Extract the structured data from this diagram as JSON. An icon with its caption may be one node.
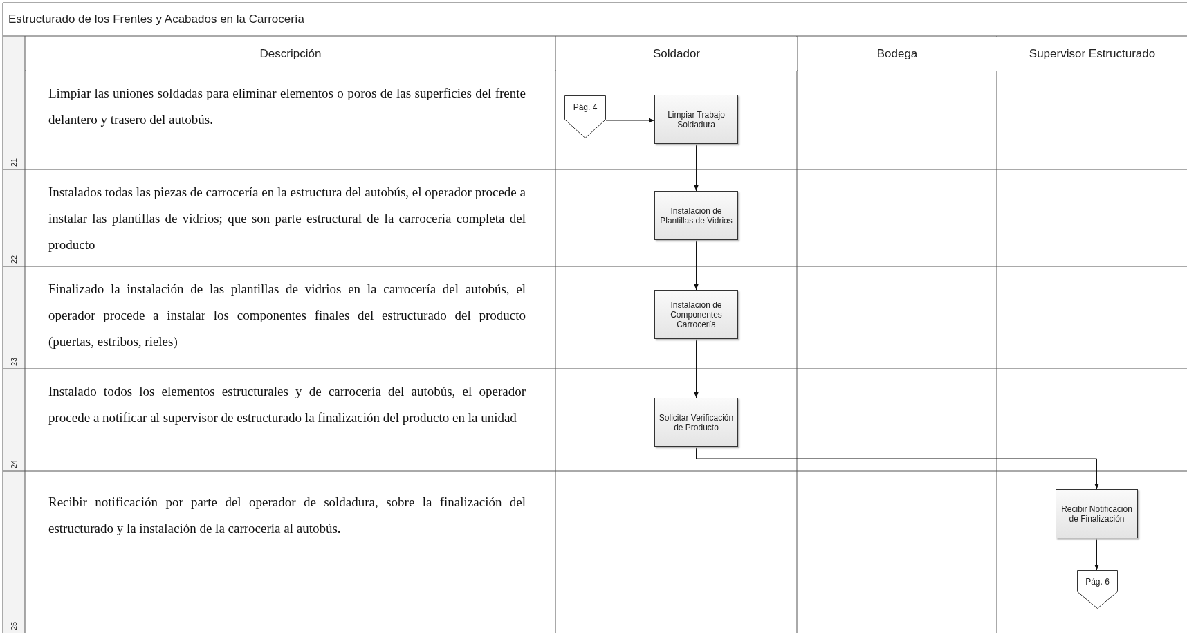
{
  "diagram": {
    "title": "Estructurado de los Frentes y Acabados en la Carrocería",
    "nodes": [
      {
        "text": [
          "Descripción"
        ]
      },
      {
        "text": [
          "Soldador"
        ]
      },
      {
        "text": [
          "Bodega"
        ]
      },
      {
        "text": [
          "Supervisor Estructurado"
        ]
      },
      {
        "text": [
          "Pág. 4"
        ]
      },
      {
        "text": [
          "Limpiar Trabajo Soldadura"
        ]
      },
      {
        "text": [
          "Instalación de Plantillas de Vidrios"
        ]
      },
      {
        "text": [
          "Instalación de Componentes Carrocería"
        ]
      },
      {
        "text": [
          "Solicitar Verificación de Producto"
        ]
      },
      {
        "text": [
          "Recibir Notificación de Finalización"
        ]
      },
      {
        "text": [
          "Pág. 6"
        ]
      }
    ],
    "edges": [
      {
        "from": 4,
        "to": 5,
        "arrow": "to"
      },
      {
        "from": 5,
        "to": 6,
        "arrow": "to"
      },
      {
        "from": 6,
        "to": 7,
        "arrow": "to"
      },
      {
        "from": 7,
        "to": 8,
        "arrow": "to"
      },
      {
        "from": 8,
        "to": 9,
        "arrow": "to"
      },
      {
        "from": 9,
        "to": 10,
        "arrow": "to"
      }
    ],
    "labels": [
      "Limpiar las uniones soldadas para eliminar elementos o poros de las superficies del frente delantero y trasero del autobús.",
      "21",
      "Instalados todas las piezas de carrocería en la estructura del autobús, el operador procede a instalar las plantillas de vidrios; que son parte estructural de la carrocería completa del producto",
      "22",
      "Finalizado la instalación de las plantillas de vidrios en la carrocería del autobús, el operador procede a instalar los componentes finales del estructurado del producto (puertas, estribos, rieles)",
      "23",
      "Instalado todos los elementos estructurales y de carrocería del autobús, el operador procede a notificar al supervisor de estructurado la finalización del producto en la unidad",
      "24",
      "Recibir notificación por parte del operador de soldadura, sobre la finalización del estructurado y la instalación de la carrocería al autobús.",
      "25"
    ]
  }
}
